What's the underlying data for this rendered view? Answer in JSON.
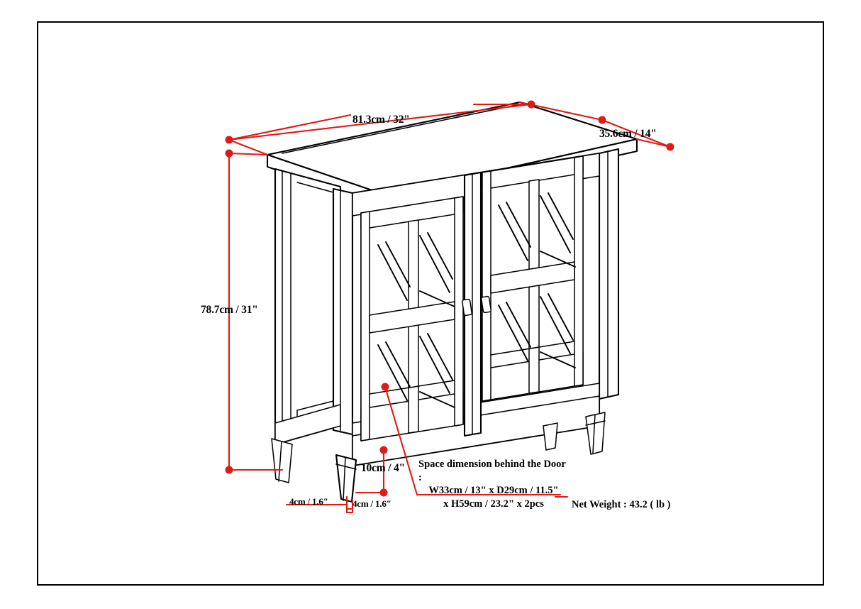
{
  "drawing": {
    "title": "Cabinet dimension specification drawing",
    "product": "2-door glass-front low storage cabinet",
    "colors": {
      "outline": "#000000",
      "dimension": "#e01b16",
      "background": "#ffffff"
    }
  },
  "dimensions": {
    "width": "81.3cm / 32\"",
    "depth": "35.6cm / 14\"",
    "height": "78.7cm / 31\"",
    "leg_height": "10cm / 4\"",
    "leg_width_left": "4cm / 1.6\"",
    "leg_width_right": "4cm / 1.6\""
  },
  "notes": {
    "space_title": "Space dimension behind the Door :",
    "space_line2": "W33cm / 13\" x D29cm / 11.5\"",
    "space_line3": "x H59cm / 23.2\" x 2pcs",
    "net_weight": "Net Weight : 43.2 ( lb )"
  }
}
